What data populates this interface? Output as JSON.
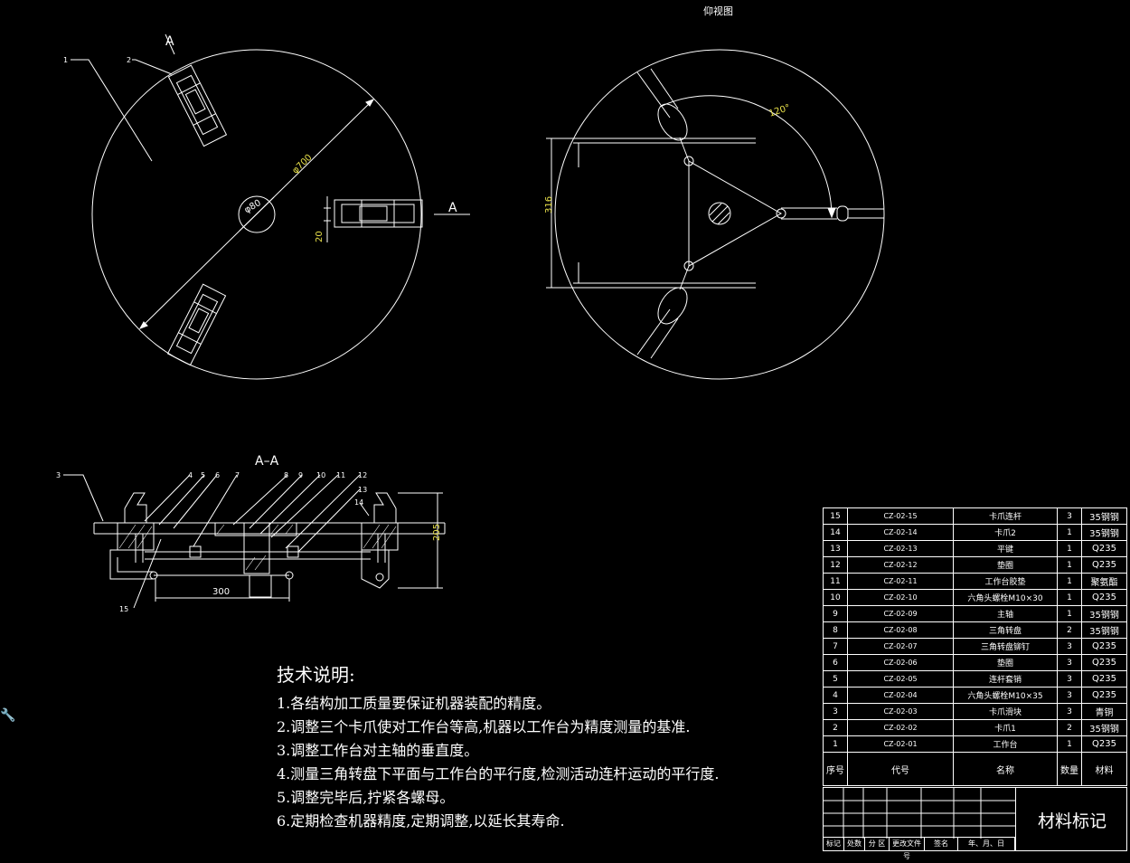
{
  "drawing": {
    "view_title": "仰视图",
    "section_mark": "A",
    "section_title": "A–A",
    "dims": {
      "disk_dia": "φ700",
      "hub_dia": "φ80",
      "jaw_offset": "20",
      "angle": "120°",
      "span": "316",
      "length": "300",
      "height": "205"
    },
    "callouts_top": [
      "1",
      "2"
    ],
    "callouts_section": [
      "3",
      "4",
      "5",
      "6",
      "7",
      "8",
      "9",
      "10",
      "11",
      "12",
      "13",
      "14",
      "15"
    ]
  },
  "notes": {
    "title": "技术说明:",
    "lines": [
      "1.各结构加工质量要保证机器装配的精度。",
      "2.调整三个卡爪使对工作台等高,机器以工作台为精度测量的基准.",
      "3.调整工作台对主轴的垂直度。",
      "4.测量三角转盘下平面与工作台的平行度,检测活动连杆运动的平行度.",
      "5.调整完毕后,拧紧各螺母。",
      "6.定期检查机器精度,定期调整,以延长其寿命."
    ]
  },
  "bom": {
    "rows": [
      {
        "no": "15",
        "code": "CZ-02-15",
        "name": "卡爪连杆",
        "qty": "3",
        "mat": "35钢钢"
      },
      {
        "no": "14",
        "code": "CZ-02-14",
        "name": "卡爪2",
        "qty": "1",
        "mat": "35钢钢"
      },
      {
        "no": "13",
        "code": "CZ-02-13",
        "name": "平键",
        "qty": "1",
        "mat": "Q235"
      },
      {
        "no": "12",
        "code": "CZ-02-12",
        "name": "垫圈",
        "qty": "1",
        "mat": "Q235"
      },
      {
        "no": "11",
        "code": "CZ-02-11",
        "name": "工作台胶垫",
        "qty": "1",
        "mat": "聚氨酯"
      },
      {
        "no": "10",
        "code": "CZ-02-10",
        "name": "六角头螺栓M10×30",
        "qty": "1",
        "mat": "Q235"
      },
      {
        "no": "9",
        "code": "CZ-02-09",
        "name": "主轴",
        "qty": "1",
        "mat": "35钢钢"
      },
      {
        "no": "8",
        "code": "CZ-02-08",
        "name": "三角转盘",
        "qty": "2",
        "mat": "35钢钢"
      },
      {
        "no": "7",
        "code": "CZ-02-07",
        "name": "三角转盘铆钉",
        "qty": "3",
        "mat": "Q235"
      },
      {
        "no": "6",
        "code": "CZ-02-06",
        "name": "垫圈",
        "qty": "3",
        "mat": "Q235"
      },
      {
        "no": "5",
        "code": "CZ-02-05",
        "name": "连杆套销",
        "qty": "3",
        "mat": "Q235"
      },
      {
        "no": "4",
        "code": "CZ-02-04",
        "name": "六角头螺栓M10×35",
        "qty": "3",
        "mat": "Q235"
      },
      {
        "no": "3",
        "code": "CZ-02-03",
        "name": "卡爪滑块",
        "qty": "3",
        "mat": "青铜"
      },
      {
        "no": "2",
        "code": "CZ-02-02",
        "name": "卡爪1",
        "qty": "2",
        "mat": "35钢钢"
      },
      {
        "no": "1",
        "code": "CZ-02-01",
        "name": "工作台",
        "qty": "1",
        "mat": "Q235"
      }
    ],
    "header": {
      "no": "序号",
      "code": "代号",
      "name": "名称",
      "qty": "数量",
      "mat": "材料"
    }
  },
  "title_block": {
    "material_mark": "材料标记",
    "labels": [
      "标记",
      "处数",
      "分 区",
      "更改文件号",
      "签名",
      "年、月、日"
    ]
  }
}
